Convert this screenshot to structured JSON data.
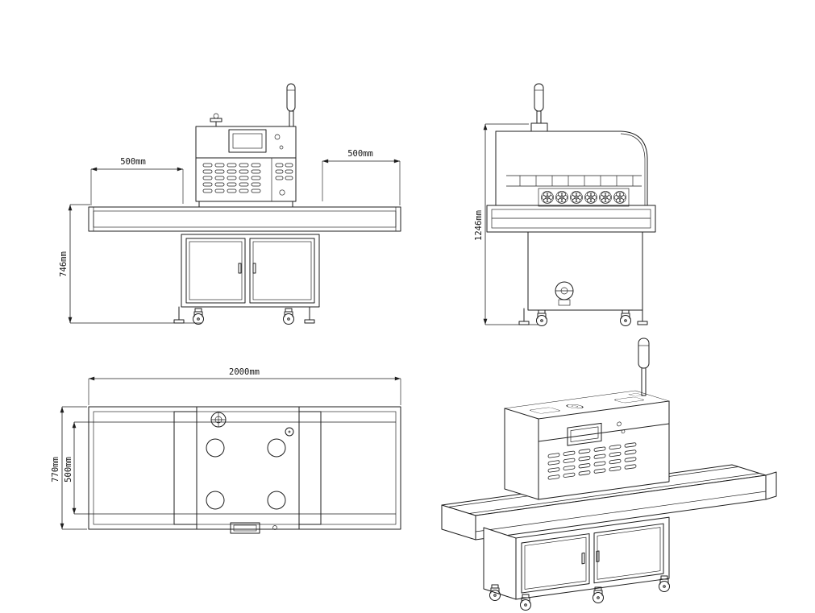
{
  "colors": {
    "background": "#ffffff",
    "line": "#1d1d1d"
  },
  "dimensions": {
    "front_view": {
      "infeed_length": "500mm",
      "outfeed_length": "500mm",
      "table_height": "746mm"
    },
    "side_view": {
      "overall_height": "1246mm"
    },
    "top_view": {
      "overall_length": "2000mm",
      "overall_width": "770mm",
      "belt_width": "500mm"
    }
  }
}
